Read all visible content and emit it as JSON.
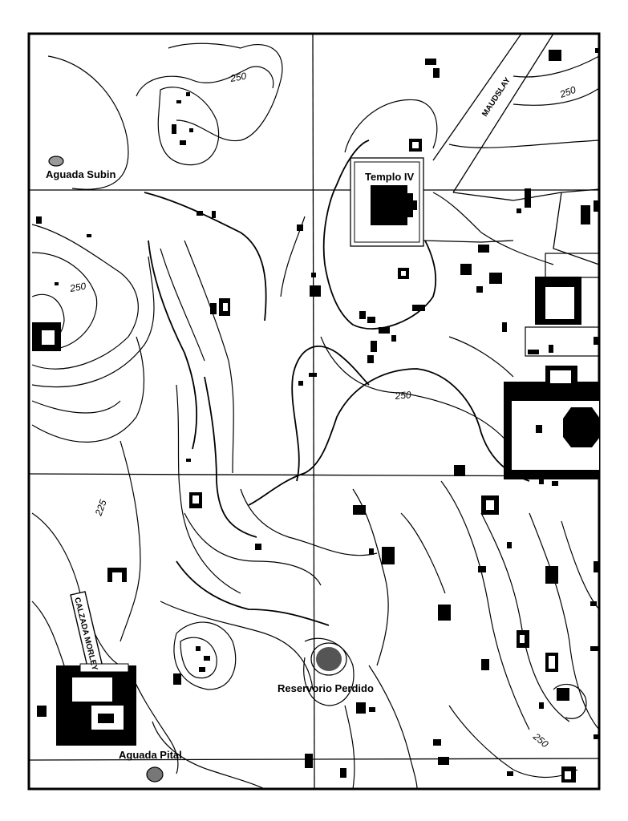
{
  "map": {
    "place_labels": {
      "aguada_subin": "Aguada Subin",
      "templo_iv": "Templo IV",
      "reservorio_perdido": "Reservorio Perdido",
      "aguada_pital": "Aguada Pital"
    },
    "road_labels": {
      "maudslay": "MAUDSLAY",
      "calzada_morley": "CALZADA MORLEY"
    },
    "contour_labels": {
      "c250_top": "250",
      "c250_topright": "250",
      "c250_left": "250",
      "c250_center": "250",
      "c225_left": "225",
      "c250_bottomright": "250"
    }
  }
}
